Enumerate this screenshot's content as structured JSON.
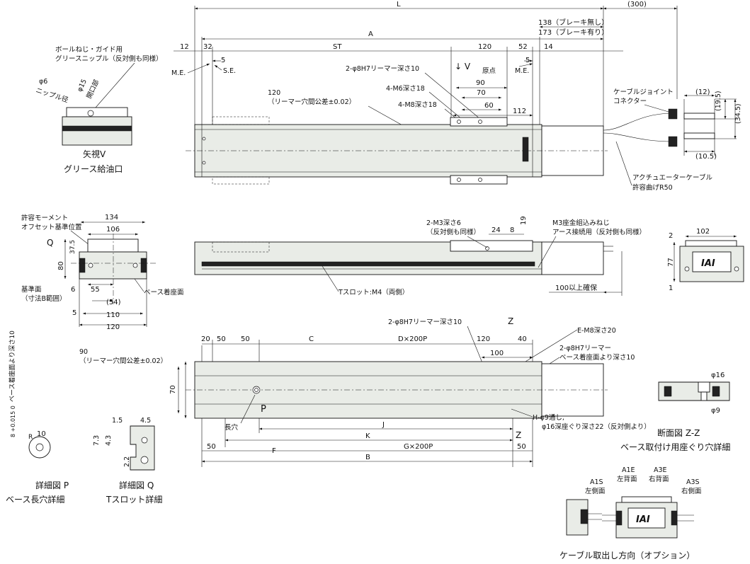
{
  "top_view": {
    "dims": {
      "L": "L",
      "A": "A",
      "ST": "ST",
      "d12": "12",
      "d32": "32",
      "d5a": "5",
      "d120": "120",
      "d52": "52",
      "d14": "14",
      "d5b": "5",
      "d300": "(300)",
      "brake_off": "138（ブレーキ無し）",
      "brake_on": "173（ブレーキ有り）",
      "d90": "90",
      "d70": "70",
      "d60": "60",
      "d112": "112"
    },
    "labels": {
      "me_left": "M.E.",
      "se": "S.E.",
      "me_right": "M.E.",
      "origin": "原点",
      "view_v": "↓ V",
      "reamer": "2-φ8H7リーマー深さ10",
      "m6": "4-M6深さ18",
      "m8": "4-M8深さ18",
      "reamer_tol_1": "120",
      "reamer_tol_2": "（リーマー穴間公差±0.02）",
      "cable_joint_1": "ケーブルジョイント",
      "cable_joint_2": "コネクター",
      "actuator_cable_1": "アクチュエーターケーブル",
      "actuator_cable_2": "許容曲げR50"
    }
  },
  "connector": {
    "d12": "(12)",
    "d19_5": "(19.5)",
    "d34_5": "(34.5)",
    "d10_5": "(10.5)"
  },
  "view_v": {
    "note_1": "ボールねじ・ガイド用",
    "note_2": "グリースニップル（反対側も同様）",
    "phi6": "φ6",
    "nipple": "ニップル径",
    "phi15": "φ15",
    "opening": "開口部",
    "title_1": "矢視V",
    "title_2": "グリース給油口"
  },
  "end_view": {
    "d134": "134",
    "d106": "106",
    "d80": "80",
    "d37_5": "37.5",
    "d6": "6",
    "d55": "55",
    "d54": "(54)",
    "d5": "5",
    "d110": "110",
    "d120": "120",
    "q": "Q",
    "moment_1": "許容モーメント",
    "moment_2": "オフセット基準位置",
    "ref_1": "基準面",
    "ref_2": "（寸法B範囲）",
    "base_mount": "ベース着座面"
  },
  "side_view": {
    "m3_1": "2-M3深さ6",
    "m3_2": "（反対側も同様）",
    "d24": "24",
    "d8": "8",
    "d19": "19",
    "earth_1": "M3座金組込みねじ",
    "earth_2": "アース接続用（反対側も同様）",
    "tslot": "Tスロット:M4（両側）",
    "clearance": "100以上確保"
  },
  "motor_end": {
    "d102": "102",
    "d2": "2",
    "d77": "77",
    "d1": "1",
    "logo": "IAI"
  },
  "bottom_view": {
    "d20": "20",
    "d50a": "50",
    "d50b": "50",
    "C": "C",
    "D200P": "D×200P",
    "d120": "120",
    "d40": "40",
    "d100": "100",
    "d90": "90",
    "tol_2": "（リーマー穴間公差±0.02）",
    "d70": "70",
    "reamer": "2-φ8H7リーマー深さ10",
    "m8": "E-M8深さ20",
    "reamer2_1": "2-φ8H7リーマー",
    "reamer2_2": "ベース着座面より深さ10",
    "h_1": "H-φ9通し,",
    "h_2": "φ16深座ぐり深さ22（反対側より）",
    "slot": "長穴",
    "P": "P",
    "Z1": "Z",
    "Z2": "Z",
    "J": "J",
    "K": "K",
    "d50c": "50",
    "F": "F",
    "G200P": "G×200P",
    "d50d": "50",
    "B": "B"
  },
  "detail_p": {
    "tol": "8 +0.015 0",
    "d10": "10",
    "r": "R",
    "vertical": "ベース着座面より深さ10",
    "title_1": "詳細図 P",
    "title_2": "ベース長穴詳細"
  },
  "detail_q": {
    "d1_5": "1.5",
    "d4_5": "4.5",
    "d7_3": "7.3",
    "d4_3": "4.3",
    "d2_2": "2.2",
    "title_1": "詳細図 Q",
    "title_2": "Tスロット詳細"
  },
  "section_zz": {
    "phi16": "φ16",
    "phi9": "φ9",
    "title_1": "断面図 Z-Z",
    "title_2": "ベース取付け用座ぐり穴詳細"
  },
  "cable_options": {
    "a1s_1": "A1S",
    "a1s_2": "左側面",
    "a1e_1": "A1E",
    "a1e_2": "左背面",
    "a3e_1": "A3E",
    "a3e_2": "右背面",
    "a3s_1": "A3S",
    "a3s_2": "右側面",
    "title": "ケーブル取出し方向（オプション）"
  }
}
